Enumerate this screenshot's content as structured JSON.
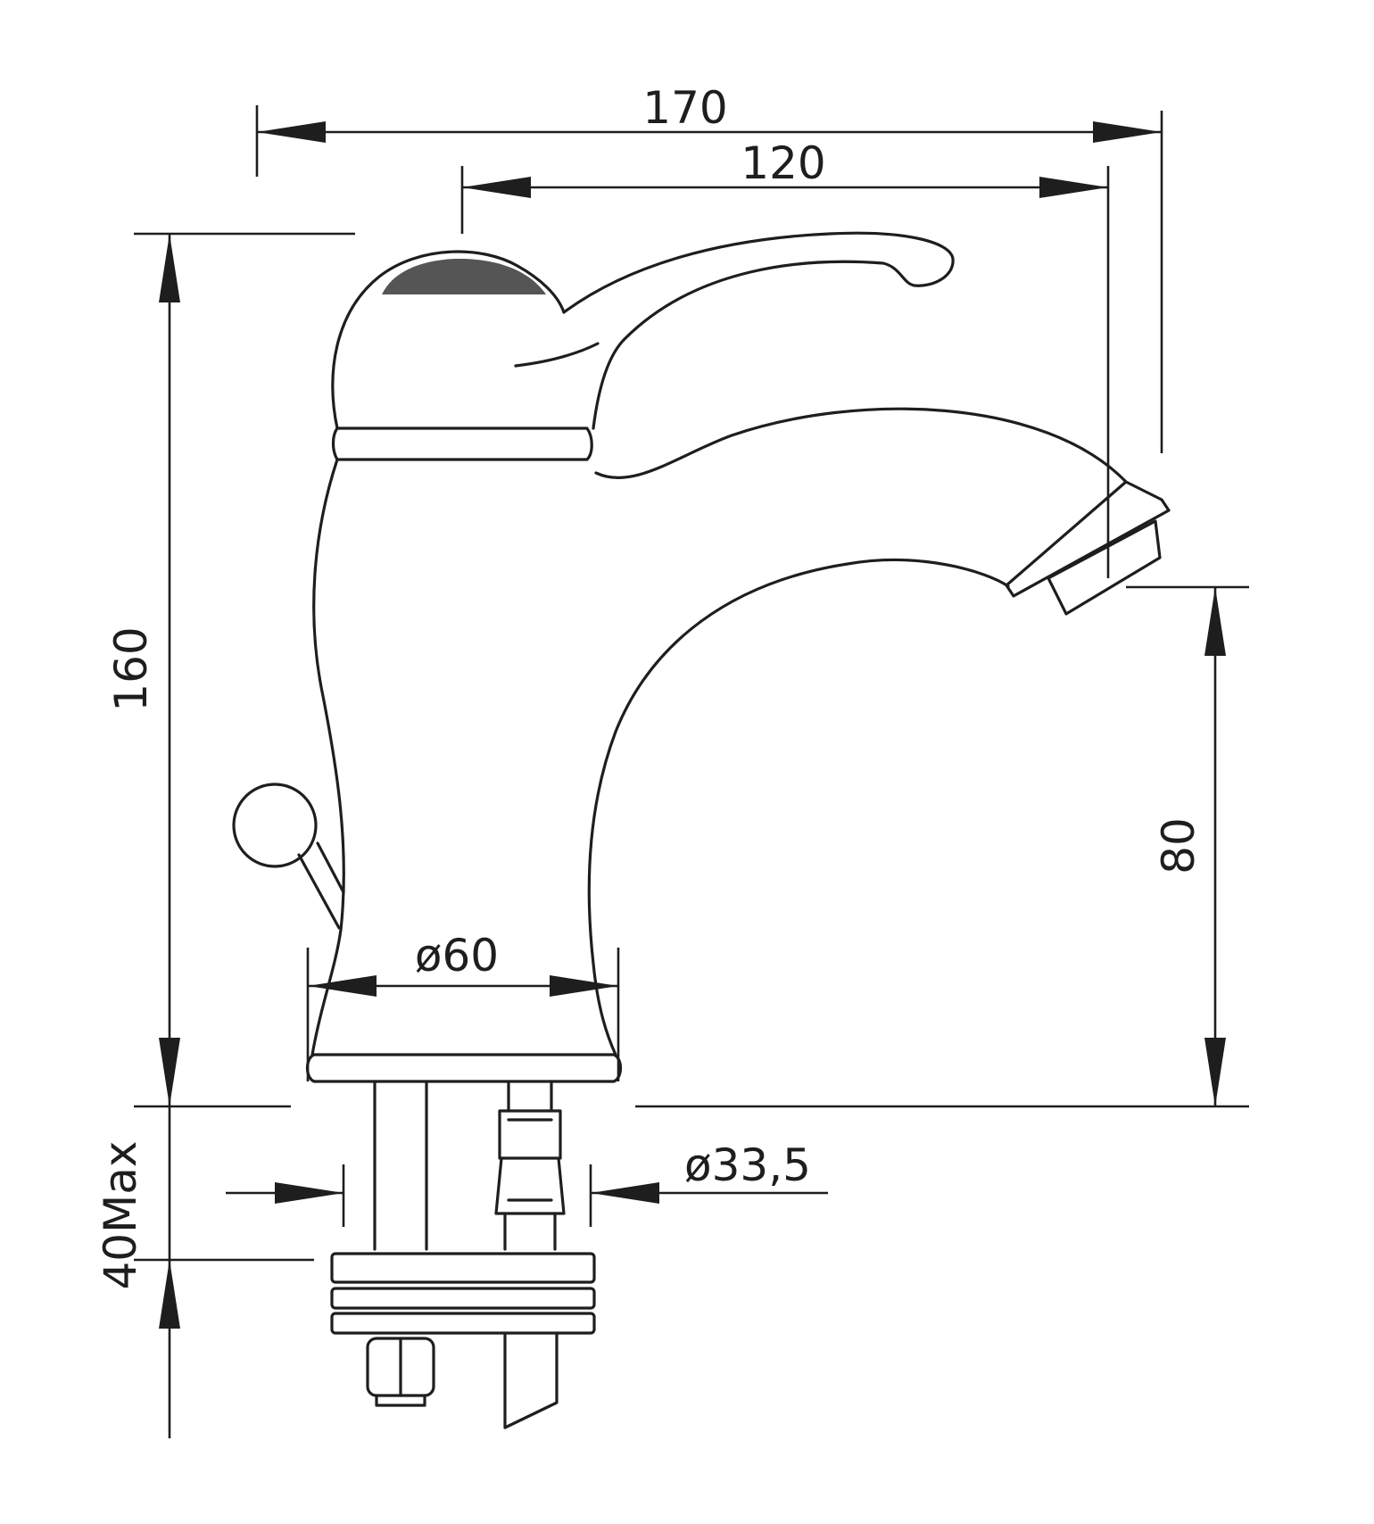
{
  "colors": {
    "stroke": "#1e1e1e",
    "background": "#ffffff",
    "cap_band": "#555555"
  },
  "dimensions": {
    "overall_length": "170",
    "spout_reach": "120",
    "overall_height": "160",
    "spout_height": "80",
    "base_diameter": "ø60",
    "hole_diameter": "ø33,5",
    "max_counter_thickness": "40Max"
  }
}
